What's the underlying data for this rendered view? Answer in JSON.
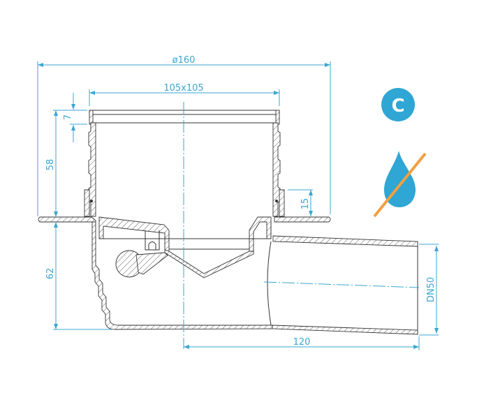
{
  "drawing": {
    "dimensions": {
      "outer_diameter": "ø160",
      "grate_size": "105x105",
      "grate_height": "7",
      "body_height_above_flange": "58",
      "body_height_below_flange": "62",
      "ring_height": "15",
      "outlet_length": "120",
      "outlet_size": "DN50"
    },
    "badge": {
      "letter": "C",
      "color": "#2fa6d3"
    },
    "icons": {
      "water_crossed": "water-drop-crossed-icon",
      "drop_color": "#2fa6d3",
      "strike_color": "#f0a040"
    },
    "line_colors": {
      "dimension": "#3aa6d0",
      "outline": "#333333"
    }
  }
}
